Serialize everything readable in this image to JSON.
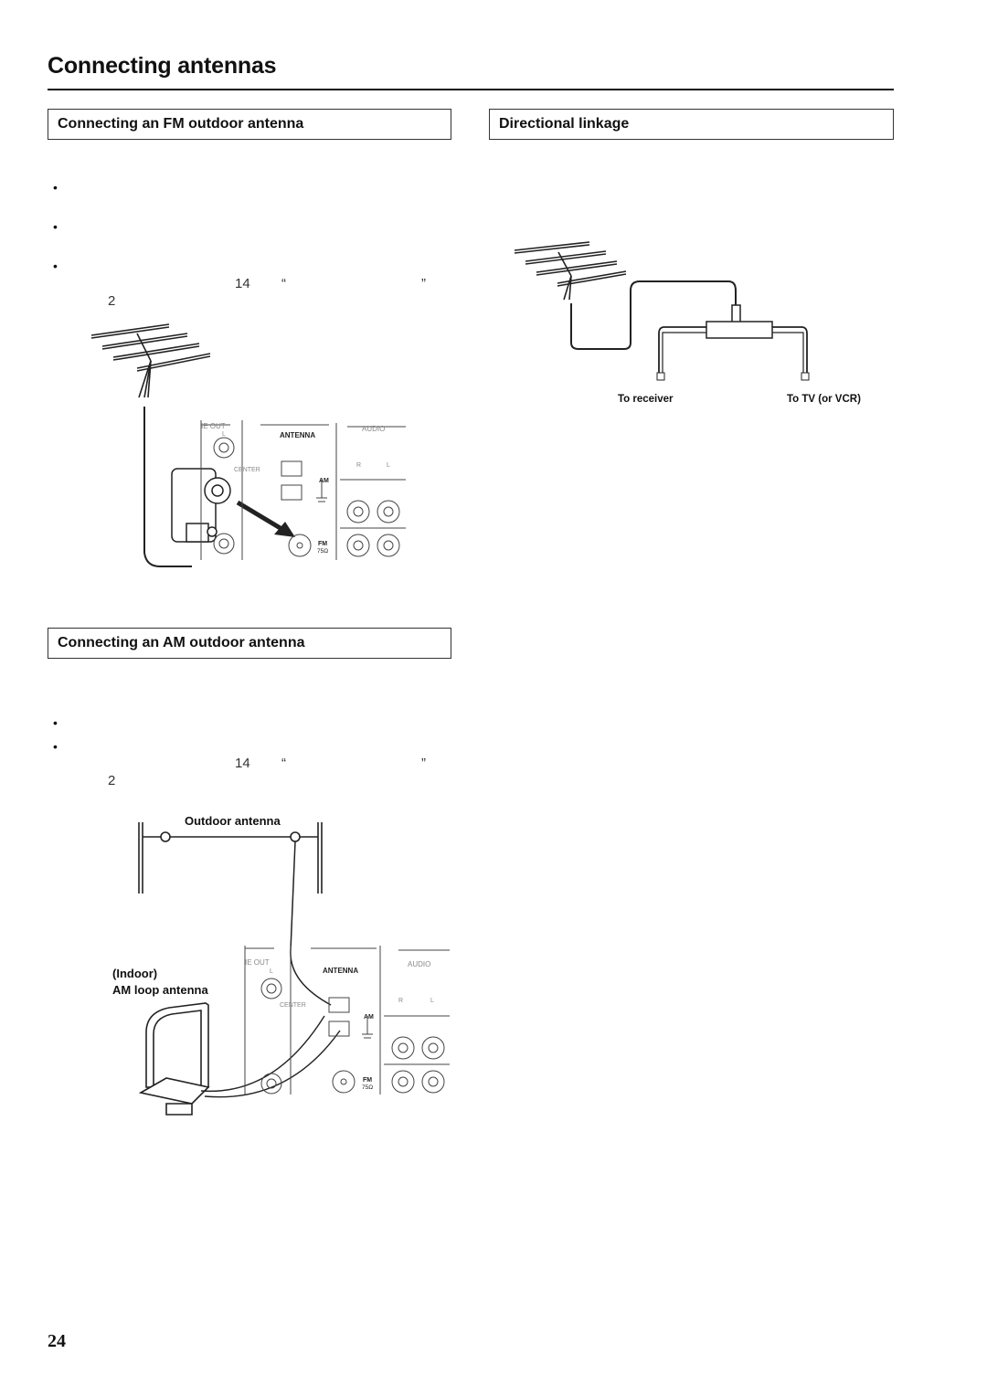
{
  "page": {
    "title": "Connecting antennas",
    "number": "24"
  },
  "fm_section": {
    "heading": "Connecting an FM outdoor antenna",
    "bullets": [
      "•",
      "•",
      "•"
    ],
    "page_ref": "14",
    "open_quote": "“",
    "close_quote": "”",
    "step": "2",
    "panel": {
      "line_out": "IE OUT",
      "l": "L",
      "center": "CENTER",
      "antenna": "ANTENNA",
      "audio": "AUDIO",
      "r": "R",
      "l2": "L",
      "am": "AM",
      "fm": "FM",
      "ohm": "75Ω"
    }
  },
  "directional_section": {
    "heading": "Directional linkage",
    "label_receiver": "To receiver",
    "label_tv": "To TV (or VCR)"
  },
  "am_section": {
    "heading": "Connecting an AM outdoor antenna",
    "bullets": [
      "•",
      "•"
    ],
    "page_ref": "14",
    "open_quote": "“",
    "close_quote": "”",
    "step": "2",
    "outdoor_label": "Outdoor antenna",
    "indoor_label": "(Indoor)",
    "loop_label": "AM loop antenna",
    "panel": {
      "line_out": "IE OUT",
      "l": "L",
      "center": "CENTER",
      "antenna": "ANTENNA",
      "audio": "AUDIO",
      "r": "R",
      "l2": "L",
      "am": "AM",
      "fm": "FM",
      "ohm": "75Ω"
    }
  }
}
